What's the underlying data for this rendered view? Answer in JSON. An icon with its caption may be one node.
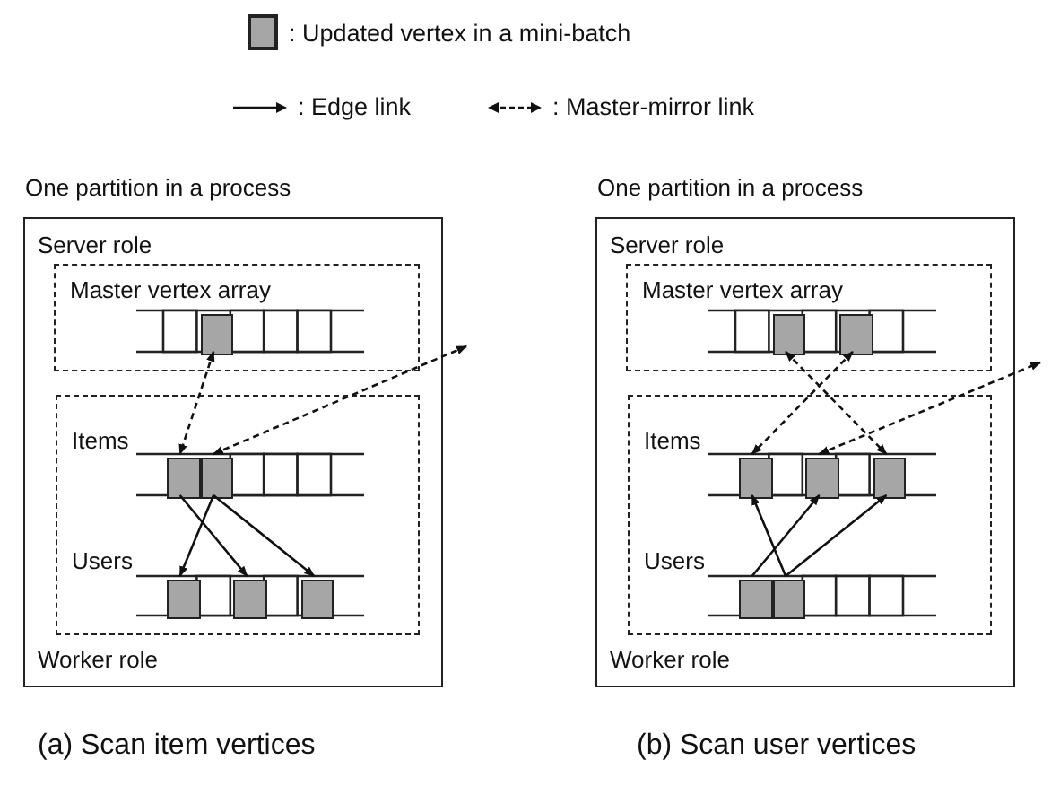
{
  "diagram": {
    "nodes": [
      {
        "text": [
          "One partition in a process",
          "Server role",
          "Worker role"
        ],
        "beside": [
          "(a) Scan item vertices"
        ]
      },
      {
        "text": [
          "Master vertex array"
        ],
        "in": 0
      },
      {
        "text": [
          "Items",
          "Users"
        ],
        "in": 0
      },
      {
        "text": [],
        "shape": "box",
        "in": 1
      },
      {
        "text": [],
        "shape": "box",
        "in": 2
      },
      {
        "text": [],
        "shape": "box",
        "in": 2
      },
      {
        "text": [],
        "shape": "box",
        "in": 2
      },
      {
        "text": [],
        "shape": "box",
        "in": 2
      },
      {
        "text": [],
        "shape": "box",
        "in": 2
      },
      {
        "text": [
          "One partition in a process",
          "Server role",
          "Worker role"
        ],
        "beside": [
          "(b) Scan user vertices"
        ]
      },
      {
        "text": [
          "Master vertex array"
        ],
        "in": 9
      },
      {
        "text": [
          "Items",
          "Users"
        ],
        "in": 9
      },
      {
        "text": [],
        "shape": "box",
        "in": 10
      },
      {
        "text": [],
        "shape": "box",
        "in": 10
      },
      {
        "text": [],
        "shape": "box",
        "in": 11
      },
      {
        "text": [],
        "shape": "box",
        "in": 11
      },
      {
        "text": [],
        "shape": "box",
        "in": 11
      },
      {
        "text": [],
        "shape": "box",
        "in": 11
      },
      {
        "text": [],
        "shape": "box",
        "in": 11
      }
    ],
    "edges": [
      {
        "from": 3,
        "to": 4,
        "arrow": "both",
        "style": "dashed"
      },
      {
        "from": 5,
        "to": null,
        "arrow": "both",
        "style": "dashed"
      },
      {
        "from": 4,
        "to": 7,
        "arrow": "to"
      },
      {
        "from": 5,
        "to": 6,
        "arrow": "to"
      },
      {
        "from": 5,
        "to": 8,
        "arrow": "to"
      },
      {
        "from": 12,
        "to": 16,
        "arrow": "both",
        "style": "dashed"
      },
      {
        "from": 13,
        "to": 14,
        "arrow": "both",
        "style": "dashed"
      },
      {
        "from": 15,
        "to": null,
        "arrow": "both",
        "style": "dashed"
      },
      {
        "from": 17,
        "to": 15,
        "arrow": "to"
      },
      {
        "from": 18,
        "to": 14,
        "arrow": "to"
      },
      {
        "from": 18,
        "to": 16,
        "arrow": "to"
      }
    ],
    "legend": [
      {
        "text": ": Updated vertex in a mini-batch",
        "color": "#a6a6a6"
      },
      {
        "text": ": Edge link"
      },
      {
        "text": ": Master-mirror link"
      }
    ]
  }
}
